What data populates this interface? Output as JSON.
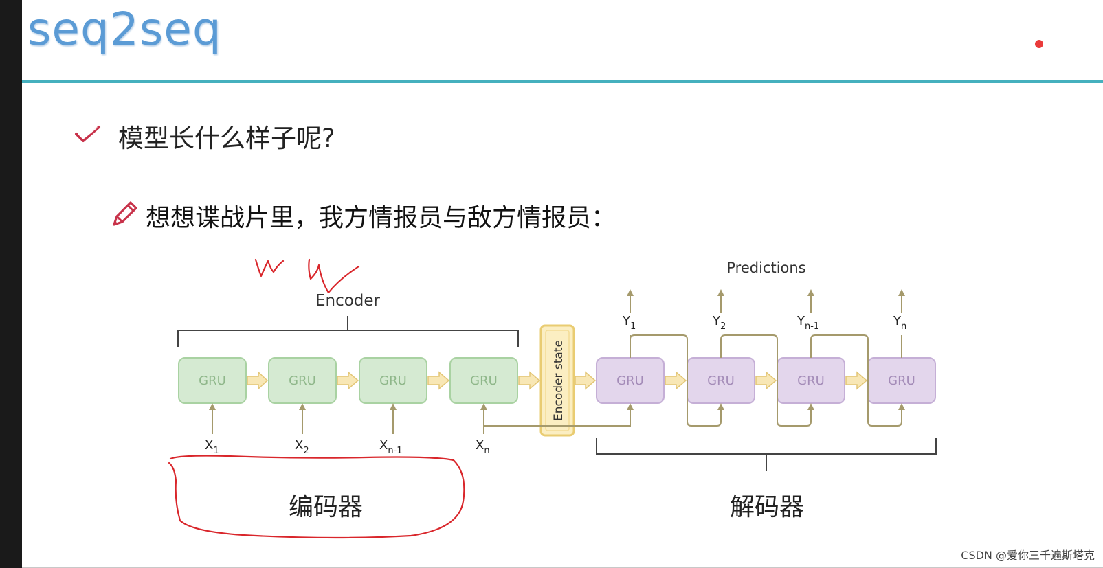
{
  "slide": {
    "title": "seq2seq",
    "bullet1": "模型长什么样子呢?",
    "bullet2": "想想谍战片里，我方情报员与敌方情报员：",
    "watermark": "CSDN @爱你三千遍斯塔克"
  },
  "diagram": {
    "encoder_label": "Encoder",
    "predictions_label": "Predictions",
    "encoder_state_label": "Encoder state",
    "encoder_cn": "编码器",
    "decoder_cn": "解码器",
    "encoder_cells": [
      "GRU",
      "GRU",
      "GRU",
      "GRU"
    ],
    "decoder_cells": [
      "GRU",
      "GRU",
      "GRU",
      "GRU"
    ],
    "inputs": [
      {
        "base": "X",
        "sub": "1"
      },
      {
        "base": "X",
        "sub": "2"
      },
      {
        "base": "X",
        "sub": "n-1"
      },
      {
        "base": "X",
        "sub": "n"
      }
    ],
    "outputs": [
      {
        "base": "Y",
        "sub": "1"
      },
      {
        "base": "Y",
        "sub": "2"
      },
      {
        "base": "Y",
        "sub": "n-1"
      },
      {
        "base": "Y",
        "sub": "n"
      }
    ],
    "colors": {
      "encoder_fill": "#d5ead2",
      "encoder_stroke": "#a9d2a2",
      "encoder_text": "#8fb78a",
      "decoder_fill": "#e3d6ec",
      "decoder_stroke": "#c5afd6",
      "decoder_text": "#a48cb8",
      "state_fill": "#fbeec2",
      "state_stroke": "#e9cc72",
      "arrow_fill": "#f8e7b5",
      "arrow_stroke": "#e3c676",
      "line": "#a59a6c",
      "annotation": "#d9262b"
    }
  }
}
